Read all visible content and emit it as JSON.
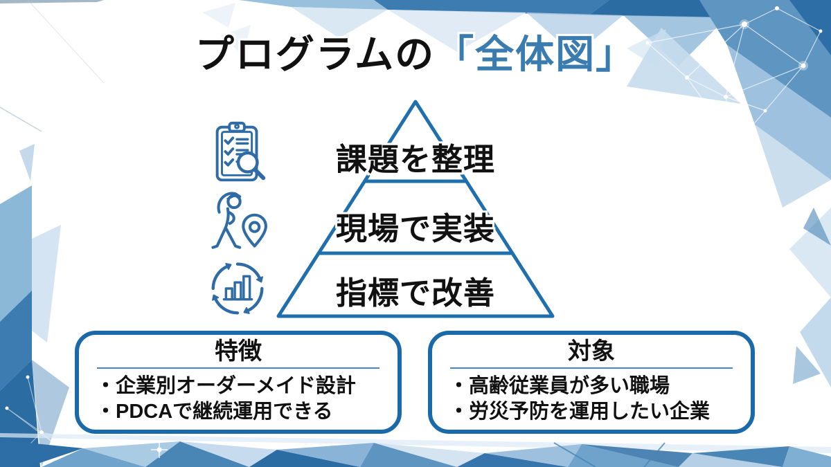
{
  "slide": {
    "title": {
      "prefix": "プログラムの",
      "highlight": "「全体図」"
    },
    "pyramid": {
      "tiers": [
        {
          "label": "課題を整理",
          "icon": "clipboard-checklist-magnifier-icon"
        },
        {
          "label": "現場で実装",
          "icon": "stretching-person-location-pin-icon"
        },
        {
          "label": "指標で改善",
          "icon": "cycle-arrows-bar-chart-icon"
        }
      ]
    },
    "cards": [
      {
        "heading": "特徴",
        "bullets": [
          "・企業別オーダーメイド設計",
          "・PDCAで継続運用できる"
        ]
      },
      {
        "heading": "対象",
        "bullets": [
          "・高齢従業員が多い職場",
          "・労災予防を運用したい企業"
        ]
      }
    ],
    "colors": {
      "title_highlight": "#3a7cb0",
      "pyramid_stroke": "#1f6fad",
      "card_border": "#1a69a8",
      "icon_stroke": "#2f6ba5",
      "text": "#111111",
      "background_blue_dark": "#2b6ca3",
      "background_blue_light": "#c7dbed"
    }
  }
}
